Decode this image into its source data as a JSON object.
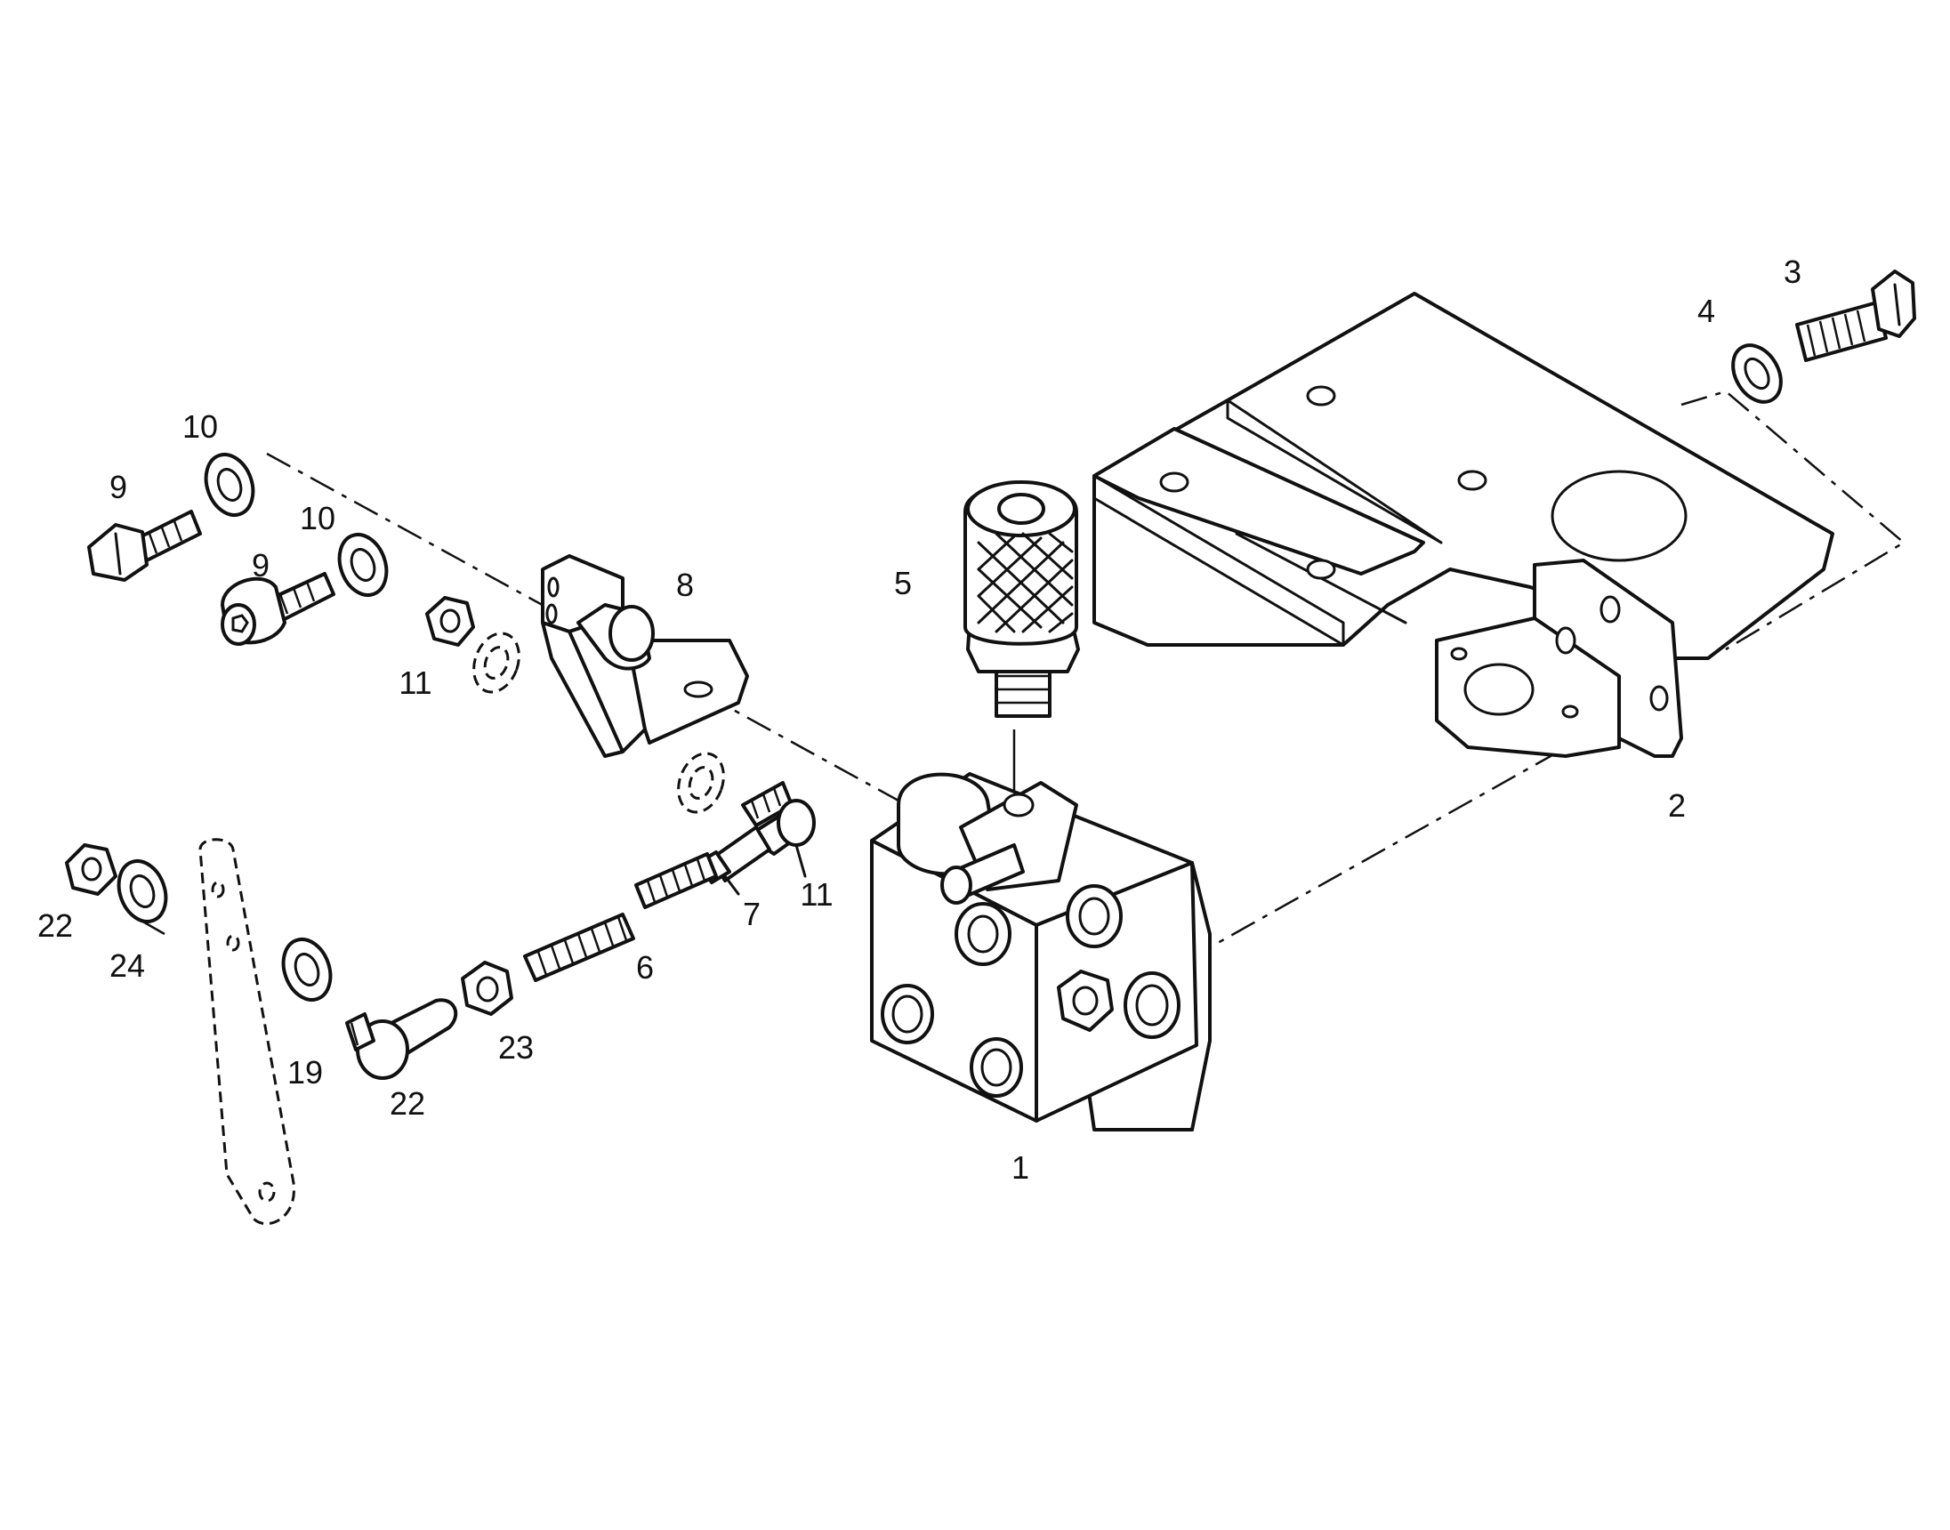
{
  "callouts": {
    "c1": "1",
    "c2": "2",
    "c3": "3",
    "c4": "4",
    "c5": "5",
    "c6": "6",
    "c7": "7",
    "c8": "8",
    "c9a": "9",
    "c9b": "9",
    "c10a": "10",
    "c10b": "10",
    "c11a": "11",
    "c11b": "11",
    "c19": "19",
    "c22a": "22",
    "c22b": "22",
    "c23": "23",
    "c24": "24"
  }
}
